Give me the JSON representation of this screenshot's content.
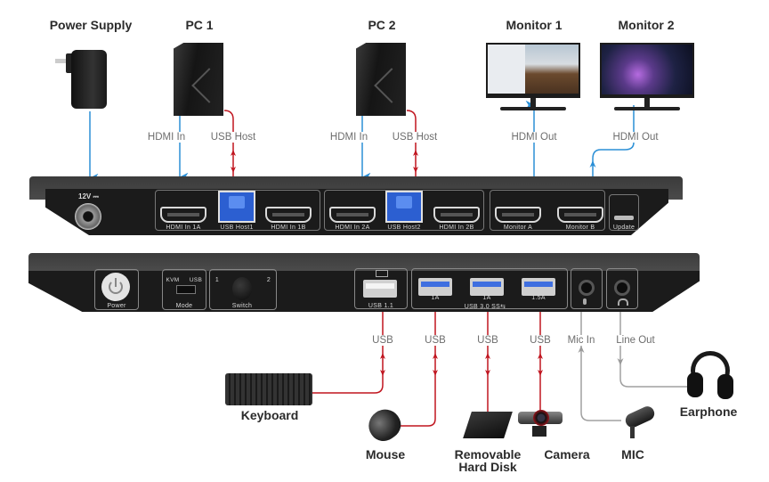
{
  "devices_top": {
    "power_supply": "Power Supply",
    "pc1": "PC 1",
    "pc2": "PC 2",
    "monitor1": "Monitor 1",
    "monitor2": "Monitor 2"
  },
  "devices_bottom": {
    "keyboard": "Keyboard",
    "mouse": "Mouse",
    "hard_disk_line1": "Removable",
    "hard_disk_line2": "Hard Disk",
    "camera": "Camera",
    "mic": "MIC",
    "earphone": "Earphone"
  },
  "connection_labels": {
    "pc1_hdmi": "HDMI In",
    "pc1_usb": "USB Host",
    "pc2_hdmi": "HDMI In",
    "pc2_usb": "USB Host",
    "mon1_hdmi": "HDMI Out",
    "mon2_hdmi": "HDMI Out",
    "usb_kb": "USB",
    "usb_mouse": "USB",
    "usb_disk": "USB",
    "usb_cam": "USB",
    "mic_in": "Mic In",
    "line_out": "Line Out"
  },
  "rear_panel": {
    "voltage": "12V ⎓",
    "ports": {
      "hdmi_in_1a": "HDMI In 1A",
      "usb_host1": "USB Host1",
      "hdmi_in_1b": "HDMI In 1B",
      "hdmi_in_2a": "HDMI In 2A",
      "usb_host2": "USB Host2",
      "hdmi_in_2b": "HDMI In 2B",
      "monitor_a": "Monitor A",
      "monitor_b": "Monitor B",
      "update": "Update"
    }
  },
  "front_panel": {
    "power": "Power",
    "mode": "Mode",
    "mode_kvm": "KVM",
    "mode_usb": "USB",
    "switch": "Switch",
    "switch_1": "1",
    "switch_2": "2",
    "usb11": "USB 1.1",
    "usb30": "USB 3.0 SS⇆",
    "port_currents": [
      "1A",
      "1A",
      "1.5A"
    ]
  },
  "colors": {
    "hdmi_wire": "#2a8fd6",
    "usb_wire": "#c0151f",
    "audio_wire": "#a0a0a0",
    "panel": "#2a2a2a"
  }
}
